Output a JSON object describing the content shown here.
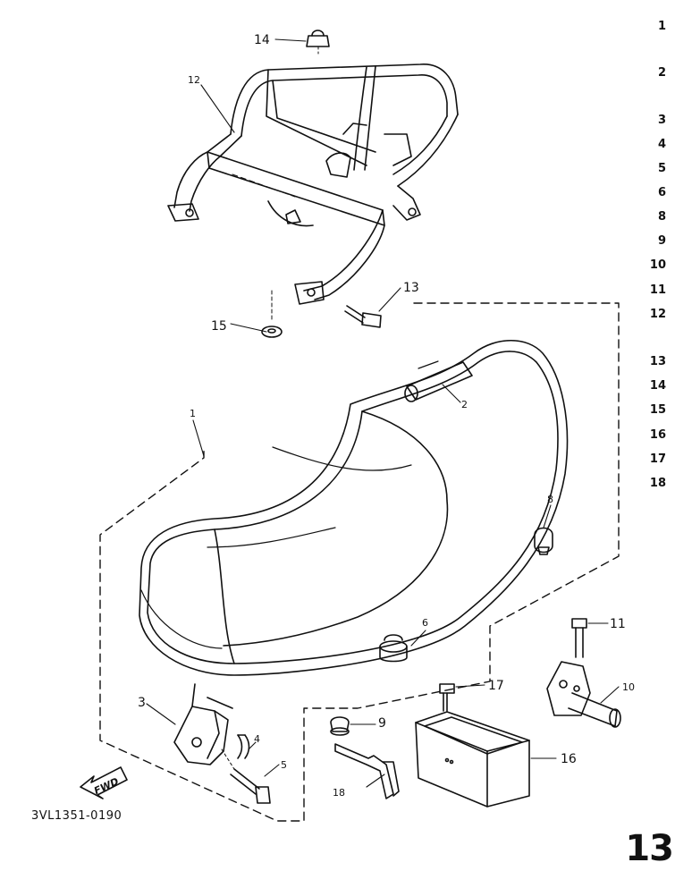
{
  "index_numbers": [
    "1",
    "2",
    "3",
    "4",
    "5",
    "6",
    "8",
    "9",
    "10",
    "11",
    "12",
    "13",
    "14",
    "15",
    "16",
    "17",
    "18"
  ],
  "callouts": {
    "c1": "1",
    "c2": "2",
    "c3": "3",
    "c4": "4",
    "c5": "5",
    "c6": "6",
    "c8": "8",
    "c9": "9",
    "c10": "10",
    "c11": "11",
    "c12": "12",
    "c13": "13",
    "c14": "14",
    "c15": "15",
    "c16": "16",
    "c17": "17",
    "c18": "18"
  },
  "fwd_label": "FWD",
  "reference_code": "3VL1351-0190",
  "page_number": "13"
}
